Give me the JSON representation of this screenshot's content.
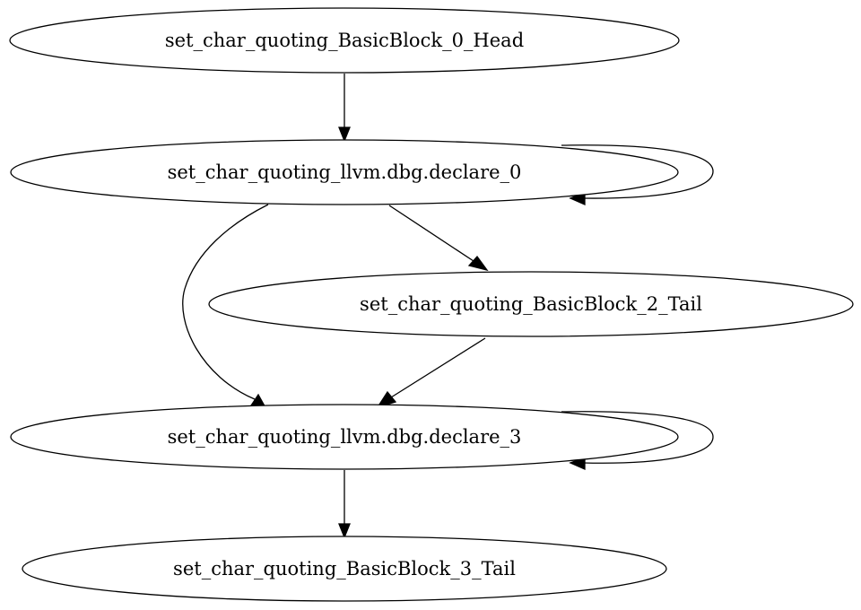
{
  "graph": {
    "nodes": [
      {
        "id": "n0",
        "label": "set_char_quoting_BasicBlock_0_Head"
      },
      {
        "id": "n1",
        "label": "set_char_quoting_llvm.dbg.declare_0"
      },
      {
        "id": "n2",
        "label": "set_char_quoting_BasicBlock_2_Tail"
      },
      {
        "id": "n3",
        "label": "set_char_quoting_llvm.dbg.declare_3"
      },
      {
        "id": "n4",
        "label": "set_char_quoting_BasicBlock_3_Tail"
      }
    ],
    "edges": [
      {
        "from": "n0",
        "to": "n1"
      },
      {
        "from": "n1",
        "to": "n1"
      },
      {
        "from": "n1",
        "to": "n2"
      },
      {
        "from": "n1",
        "to": "n3"
      },
      {
        "from": "n2",
        "to": "n3"
      },
      {
        "from": "n3",
        "to": "n3"
      },
      {
        "from": "n3",
        "to": "n4"
      }
    ]
  }
}
